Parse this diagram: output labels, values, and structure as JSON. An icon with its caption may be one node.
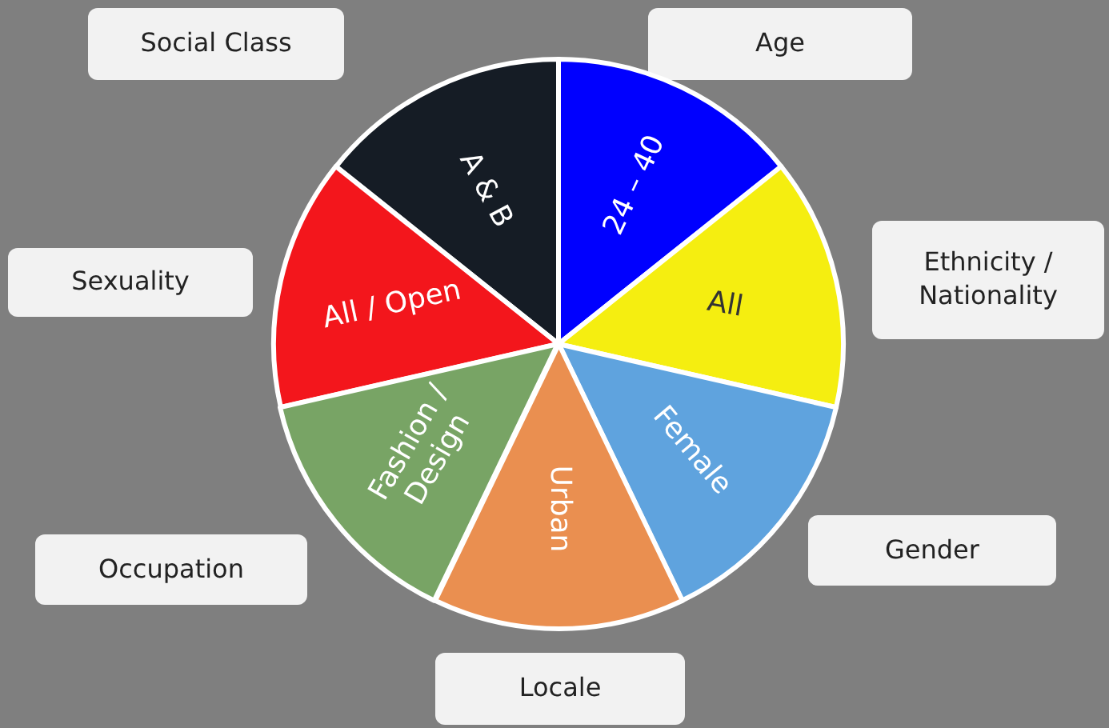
{
  "diagram": {
    "nodes": [
      {
        "text": [
          "Social Class"
        ]
      },
      {
        "text": [
          "Age"
        ]
      },
      {
        "text": [
          "Ethnicity / Nationality"
        ]
      },
      {
        "text": [
          "Sexuality"
        ]
      },
      {
        "text": [
          "Gender"
        ]
      },
      {
        "text": [
          "Occupation"
        ]
      },
      {
        "text": [
          "Locale"
        ]
      },
      {
        "text": [
          "A & B"
        ]
      },
      {
        "text": [
          "24 – 40"
        ]
      },
      {
        "text": [
          "All"
        ]
      },
      {
        "text": [
          "All / Open"
        ]
      },
      {
        "text": [
          "Female"
        ]
      },
      {
        "text": [
          "Fashion / Design"
        ]
      },
      {
        "text": [
          "Urban"
        ]
      }
    ],
    "edges": []
  }
}
